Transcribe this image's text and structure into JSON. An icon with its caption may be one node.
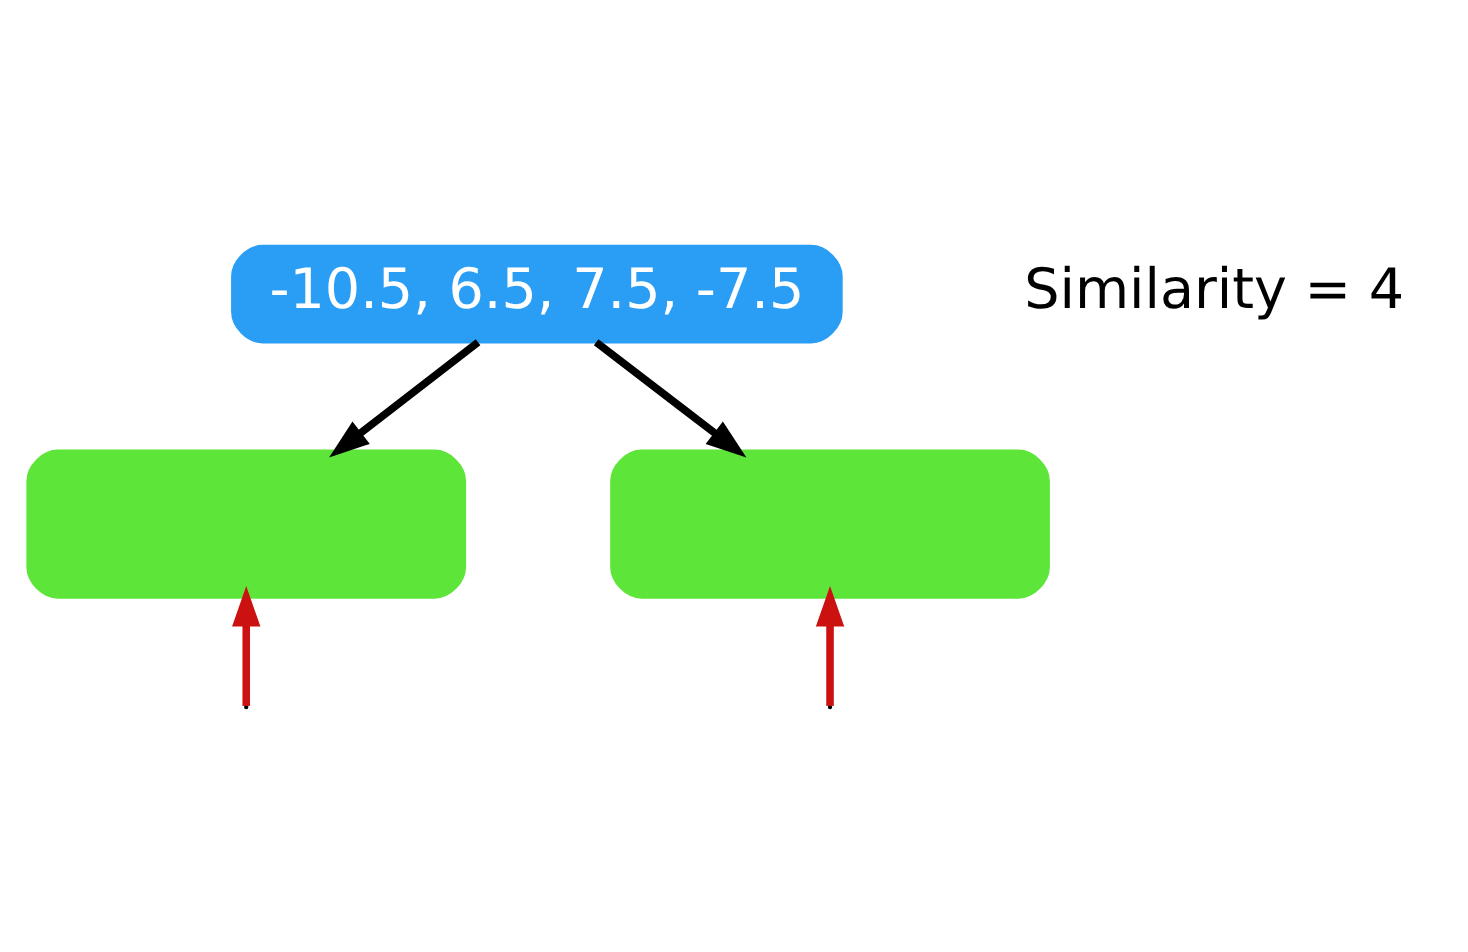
{
  "diagram": {
    "nodes": [
      {
        "text": [
          "-10.5, 6.5, 7.5, -7.5"
        ],
        "beside": [
          "Similarity = 4"
        ]
      },
      {
        "text": [],
        "shape": "box"
      },
      {
        "text": [],
        "shape": "box"
      }
    ],
    "edges": [
      {
        "from": 0,
        "to": 1,
        "arrow": "to"
      },
      {
        "from": 0,
        "to": 2,
        "arrow": "to"
      },
      {
        "from": null,
        "to": 1,
        "arrow": "to",
        "color": "#cc1111"
      },
      {
        "from": null,
        "to": 2,
        "arrow": "to",
        "color": "#cc1111"
      }
    ]
  }
}
